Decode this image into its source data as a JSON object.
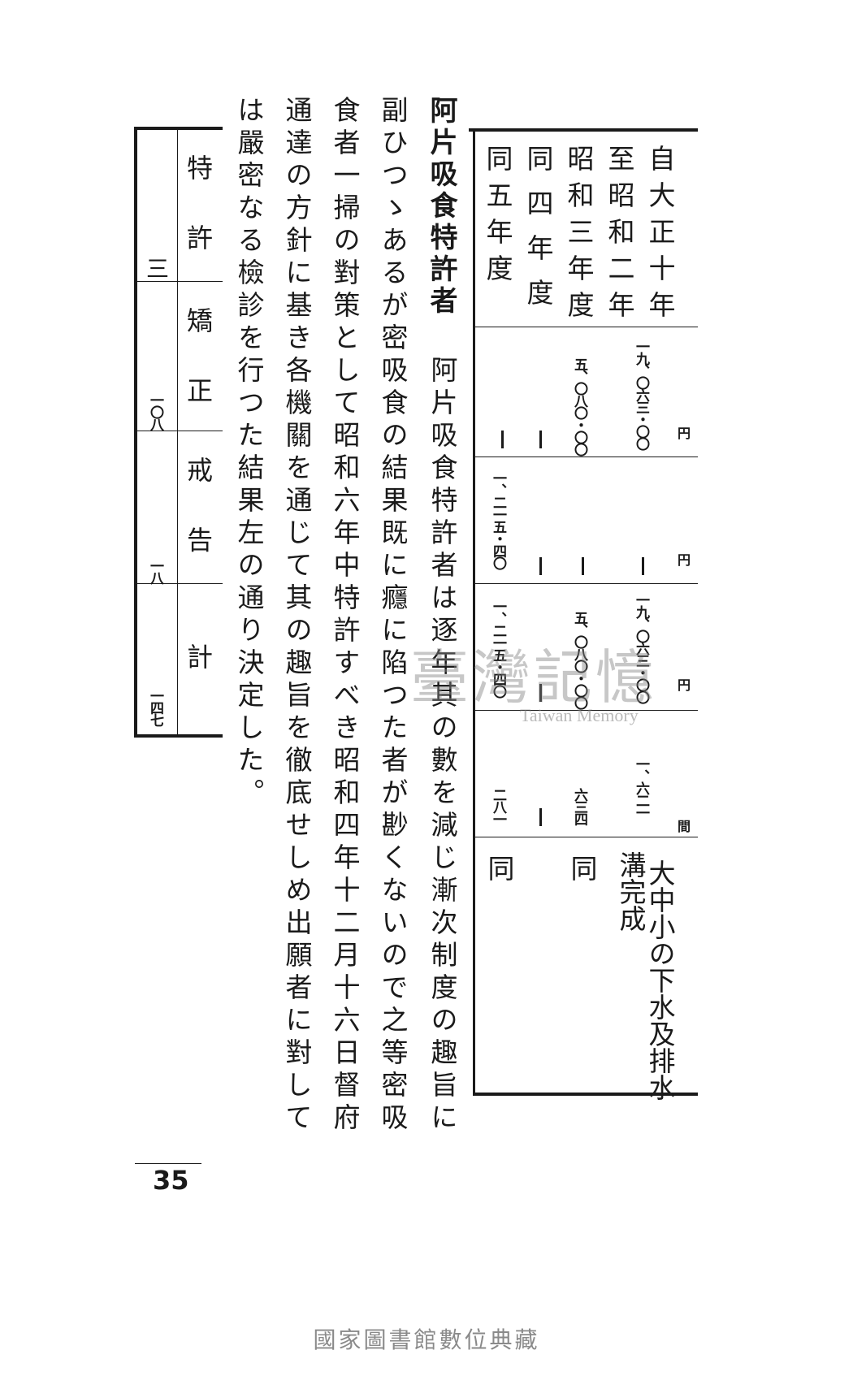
{
  "table": {
    "headers": [
      "自大正十年",
      "至昭和二年",
      "昭和三年度",
      "同四年度",
      "同五年度"
    ],
    "units": [
      "円",
      "円",
      "円",
      "間"
    ],
    "group1": {
      "h0": "一九、〇六三・〇〇",
      "h2": "五、〇八〇・〇〇",
      "h3": "|",
      "h4": "|"
    },
    "group2": {
      "h0": "|",
      "h2": "|",
      "h3": "|",
      "h4": "一、二一五・四〇"
    },
    "group3": {
      "h0": "一九、〇六三・〇〇",
      "h2": "五、〇八〇・〇〇",
      "h3": "|",
      "h4": "一、二一五・四〇"
    },
    "group4": {
      "h0": "一、六二一",
      "h2": "六三四",
      "h3": "|",
      "h4": "二八一"
    },
    "remarks": {
      "r1": "大中小の下水及排水",
      "r1b": "溝完成",
      "r2": "同",
      "r3": "同"
    }
  },
  "section": {
    "heading": "阿片吸食特許者",
    "lines": [
      "阿片吸食特許者は逐年其の數を減じ漸次制度の趣旨に",
      "副ひつゝあるが密吸食の結果既に癮に陷つた者が尠くないので之等密吸",
      "食者一掃の對策として昭和六年中特許すべき昭和四年十二月十六日督府",
      "通達の方針に基き各機關を通じて其の趣旨を徹底せしめ出願者に對して",
      "は嚴密なる檢診を行つた結果左の通り決定した。"
    ]
  },
  "small_table": {
    "headers": [
      "特許",
      "矯正",
      "戒告",
      "計"
    ],
    "values": [
      "三",
      "一〇八",
      "一八",
      "一四七"
    ]
  },
  "page_number": "35",
  "watermark": {
    "title": "臺灣記憶",
    "subtitle": "Taiwan Memory"
  },
  "footer": "國家圖書館數位典藏"
}
